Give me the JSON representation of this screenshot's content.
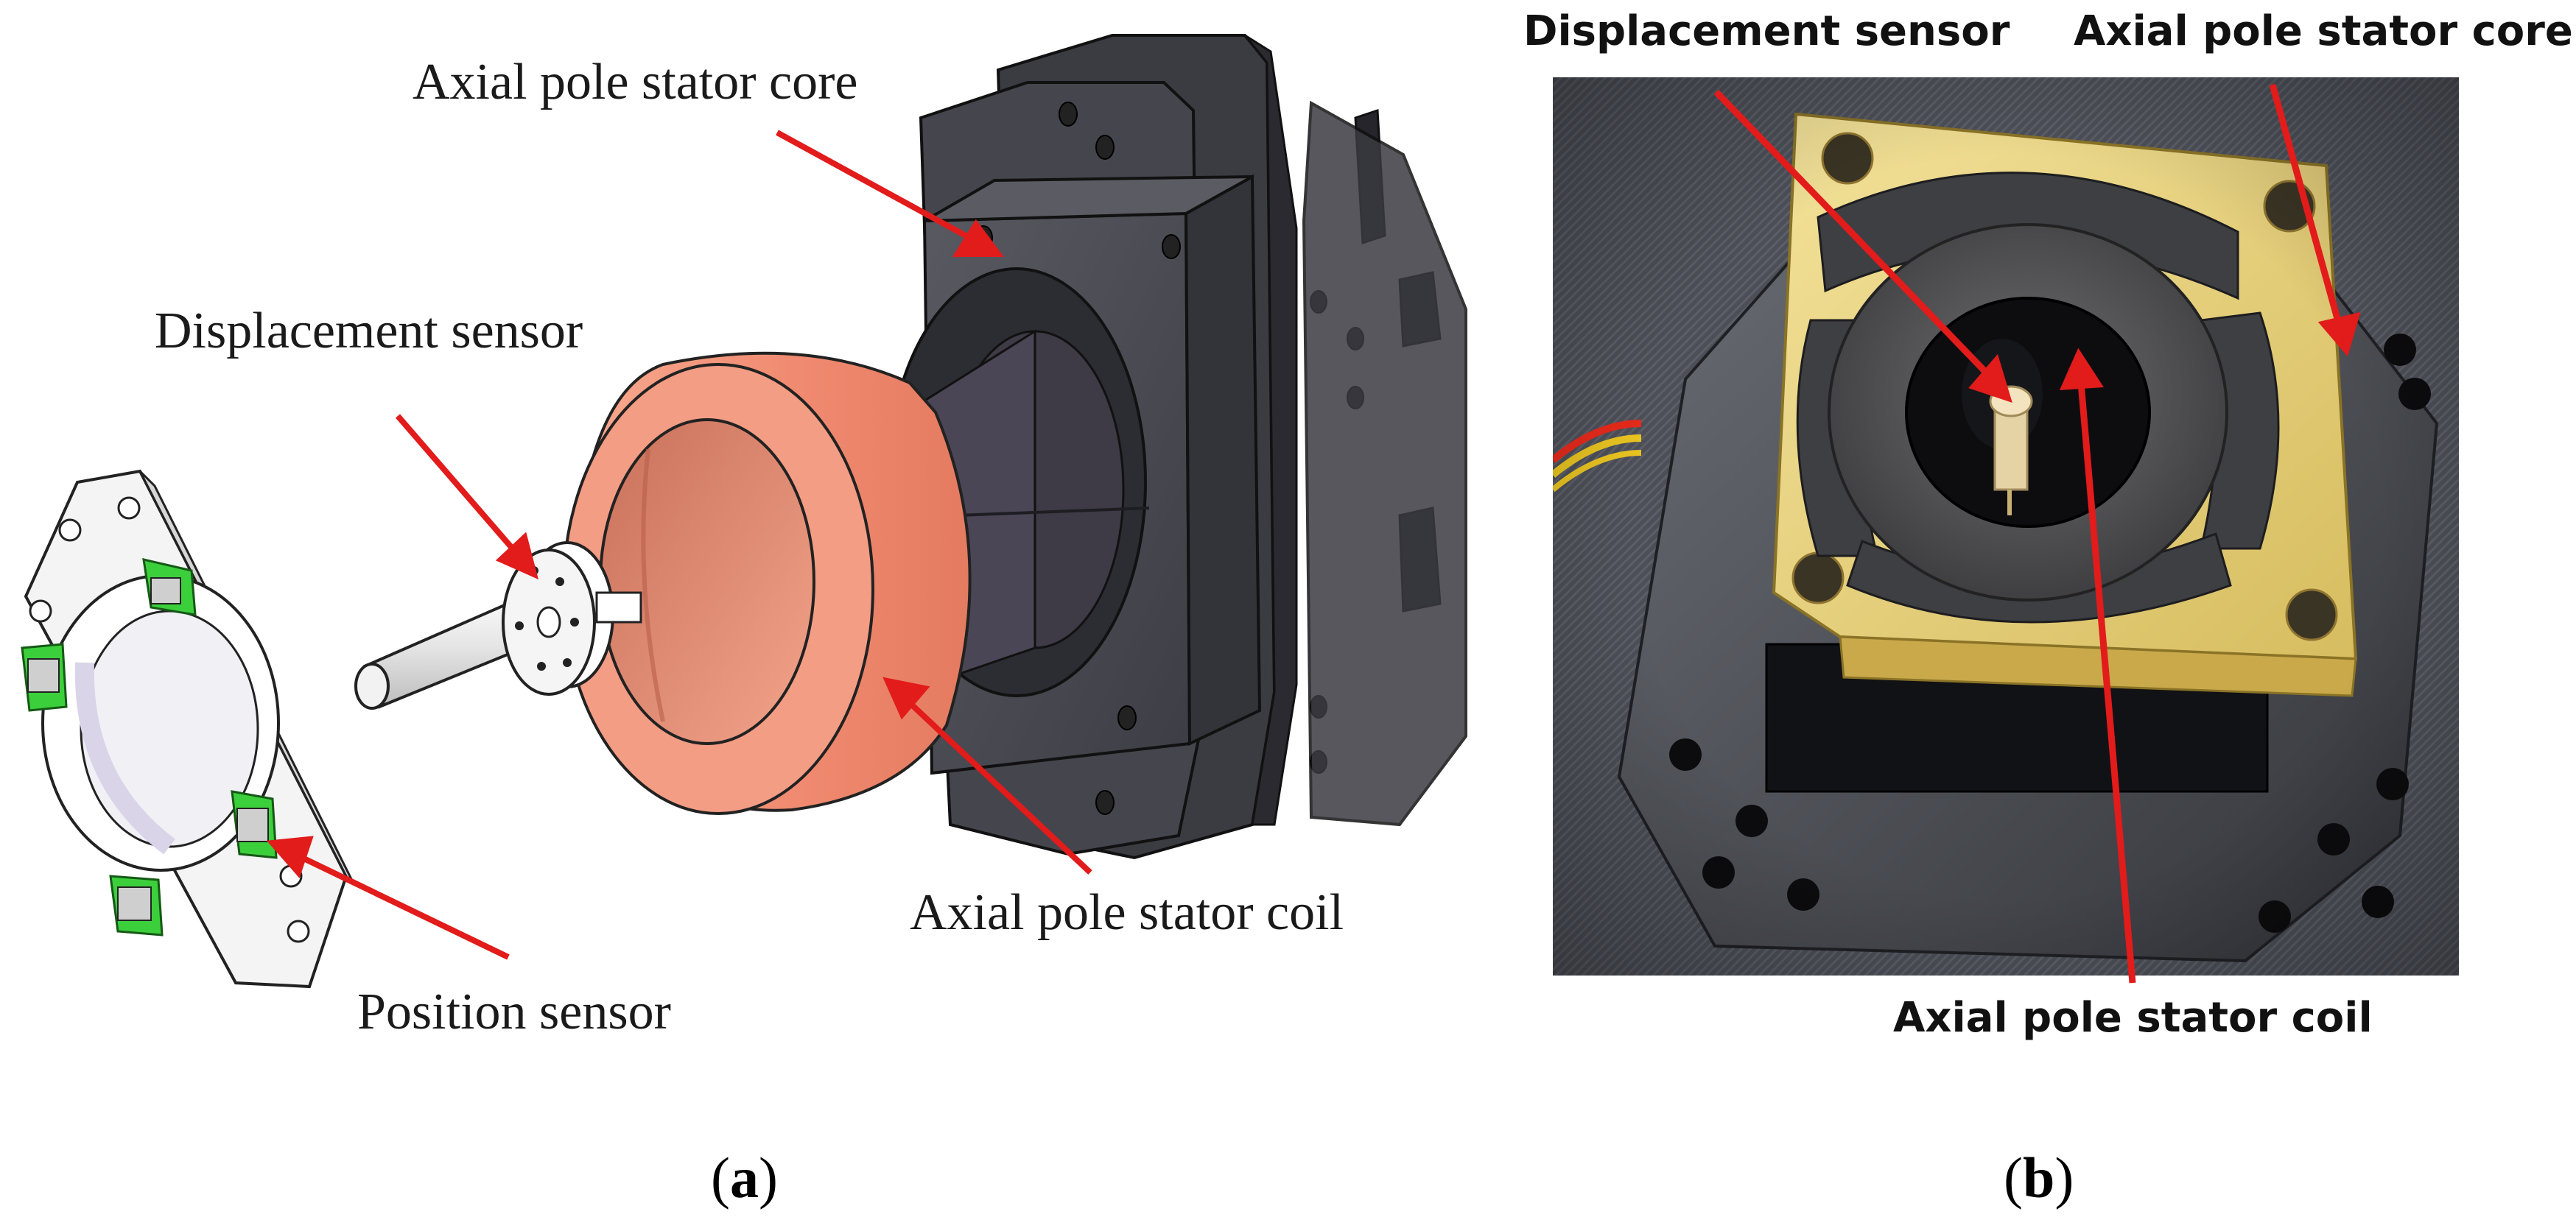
{
  "panel_a": {
    "labels": {
      "stator_core": "Axial pole stator core",
      "displacement_sensor": "Displacement sensor",
      "stator_coil": "Axial pole stator coil",
      "position_sensor": "Position sensor"
    },
    "caption_letter": "a"
  },
  "panel_b": {
    "labels": {
      "displacement_sensor": "Displacement sensor",
      "stator_core": "Axial pole stator core",
      "stator_coil": "Axial pole stator coil"
    },
    "caption_letter": "b"
  },
  "colors": {
    "arrow": "#e21b1b",
    "coil": "#f09075",
    "core": "#4a4a52",
    "sensor_green": "#3ccf3c",
    "fr4": "#e7cf7a"
  }
}
